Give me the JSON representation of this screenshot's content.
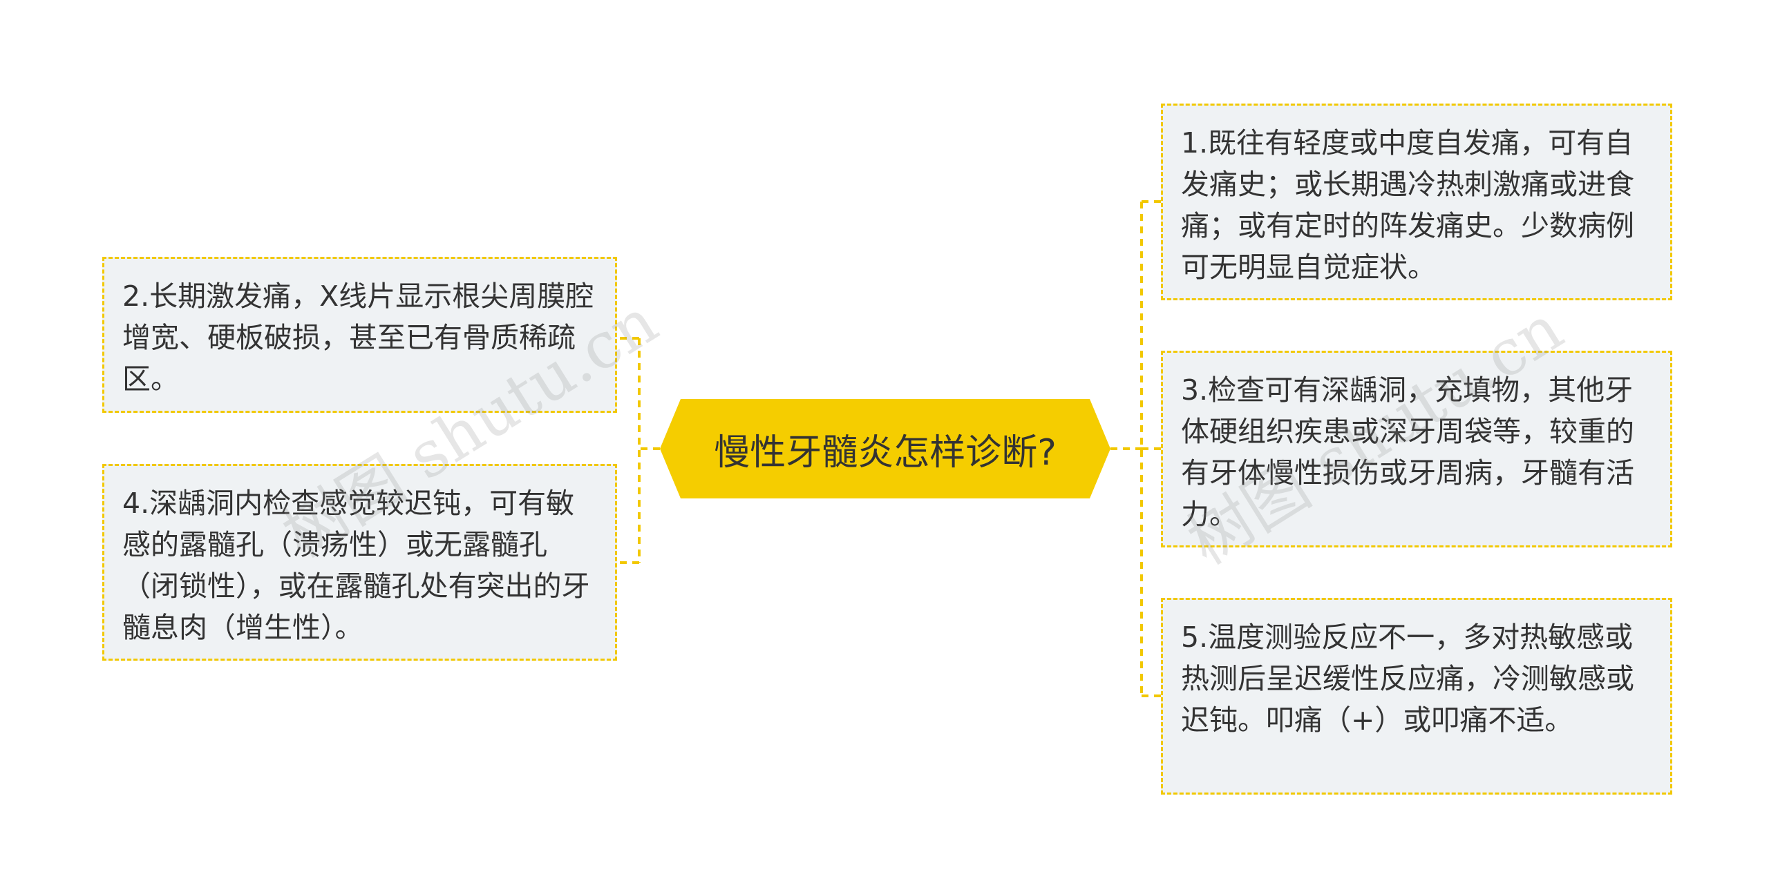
{
  "central_topic": "慢性牙髓炎怎样诊断?",
  "nodes": [
    {
      "id": "n1",
      "text": "1.既往有轻度或中度自发痛，可有自发痛史；或长期遇冷热刺激痛或进食痛；或有定时的阵发痛史。少数病例可无明显自觉症状。"
    },
    {
      "id": "n2",
      "text": "2.长期激发痛，X线片显示根尖周膜腔增宽、硬板破损，甚至已有骨质稀疏区。"
    },
    {
      "id": "n3",
      "text": "3.检查可有深龋洞，充填物，其他牙体硬组织疾患或深牙周袋等，较重的有牙体慢性损伤或牙周病，牙髓有活力。"
    },
    {
      "id": "n4",
      "text": "4.深龋洞内检查感觉较迟钝，可有敏感的露髓孔（溃疡性）或无露髓孔（闭锁性），或在露髓孔处有突出的牙髓息肉（增生性）。"
    },
    {
      "id": "n5",
      "text": "5.温度测验反应不一，多对热敏感或热测后呈迟缓性反应痛，冷测敏感或迟钝。叩痛（+）或叩痛不适。"
    }
  ],
  "watermarks": [
    "树图 shutu.cn",
    "树图 shutu.cn"
  ],
  "colors": {
    "accent": "#f5cd00",
    "border": "#f2c800",
    "node_bg": "#eff2f4",
    "text": "#333333"
  }
}
